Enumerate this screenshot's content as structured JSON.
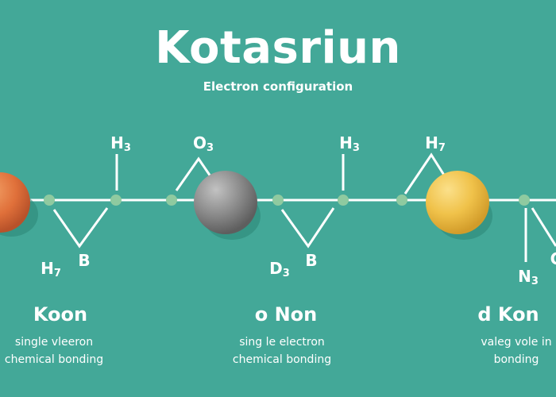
{
  "title": "Kotasriun",
  "subtitle": "Electron configuration",
  "colors": {
    "background": "#43a898",
    "bond": "#ffffff",
    "node": "#7fc29a",
    "atom_orange": "#e0703a",
    "atom_gray": "#8c8c8c",
    "atom_yellow": "#f0c24a"
  },
  "labels": {
    "h3_a": {
      "base": "H",
      "sub": "3"
    },
    "o3": {
      "base": "O",
      "sub": "3"
    },
    "h3_b": {
      "base": "H",
      "sub": "3"
    },
    "h7_top": {
      "base": "H",
      "sub": "7"
    },
    "h7_left": {
      "base": "H",
      "sub": "7"
    },
    "b_a": {
      "base": "B",
      "sub": ""
    },
    "d3": {
      "base": "D",
      "sub": "3"
    },
    "b_b": {
      "base": "B",
      "sub": ""
    },
    "n3": {
      "base": "N",
      "sub": "3"
    },
    "c_edge": {
      "base": "C",
      "sub": ""
    }
  },
  "groups": [
    {
      "name": "Koon",
      "desc_line1": "single vleeron",
      "desc_line2": "chemical bonding"
    },
    {
      "name": "o Non",
      "desc_line1": "sing le electron",
      "desc_line2": "chemical bonding"
    },
    {
      "name": "d Kon",
      "desc_line1": "valeg vole in",
      "desc_line2": "bonding"
    }
  ]
}
